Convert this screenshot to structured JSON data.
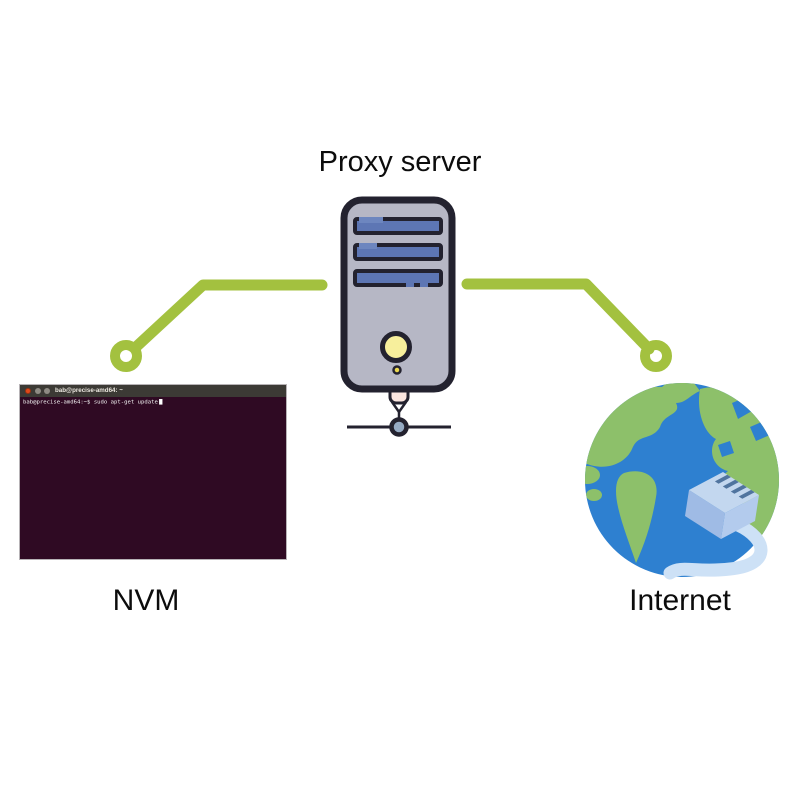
{
  "page": {
    "background": "#ffffff",
    "description": "Network diagram: NVM terminal connected through a proxy server to the Internet"
  },
  "labels": {
    "proxy_server": "Proxy server",
    "nvm": "NVM",
    "internet": "Internet"
  },
  "terminal": {
    "window_title": "bab@precise-amd64: ~",
    "prompt": "bab@precise-amd64:~$",
    "command": "sudo apt-get update",
    "cursor": "block",
    "window_buttons": [
      "close",
      "minimize",
      "maximize"
    ]
  },
  "icons": {
    "server": "server-tower-icon",
    "globe": "internet-globe-icon",
    "ethernet_plug": "ethernet-plug-icon",
    "left_connector": "connector-line-left",
    "right_connector": "connector-line-right"
  },
  "colors": {
    "connector_green": "#a3c13f",
    "server_body": "#b6b7c5",
    "server_outline": "#23222f",
    "server_slot_blue": "#5d76b4",
    "power_button_yellow": "#f7ef9c",
    "small_led_yellow": "#ecd94f",
    "port_pink": "#fbe6e0",
    "network_node_blue": "#95aac3",
    "terminal_titlebar": "#3c3a35",
    "terminal_close_orange": "#e0491a",
    "terminal_background": "#2f0a23",
    "terminal_text": "#f4f4f4",
    "globe_ocean": "#2e80d0",
    "globe_land": "#8dc06a",
    "plug_light_blue": "#c3d7ef",
    "plug_mid_blue": "#9fbbe5",
    "cable_blue": "#cde1f6",
    "label_text": "#0c0c0c"
  }
}
